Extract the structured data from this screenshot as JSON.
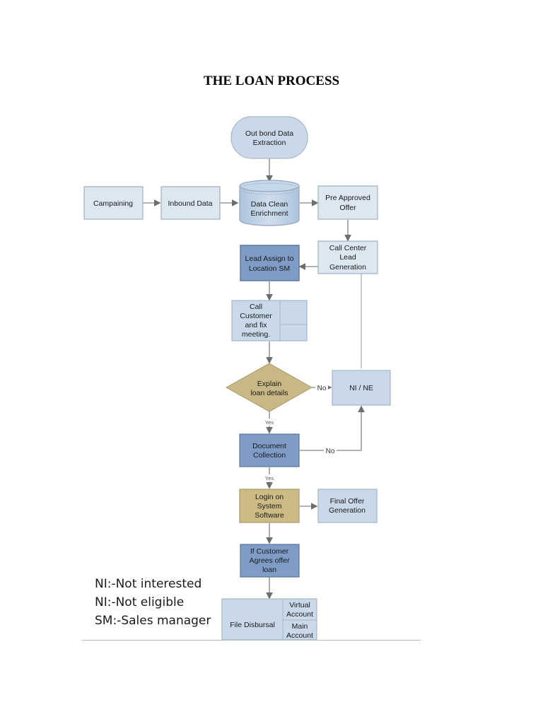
{
  "title": "THE LOAN PROCESS",
  "colors": {
    "light_box": "#c9d9ea",
    "dark_box": "#7f9cc6",
    "decision": "#c8b886",
    "login_box": "#cdbb86",
    "edge": "#8a8a8a"
  },
  "nodes": {
    "outbond": {
      "lines": [
        "Out bond Data",
        "Extraction"
      ],
      "shape": "terminator"
    },
    "campaining": {
      "lines": [
        "Campaining"
      ],
      "shape": "process"
    },
    "inbound": {
      "lines": [
        "Inbound Data"
      ],
      "shape": "process"
    },
    "data_clean": {
      "lines": [
        "Data Clean",
        "Enrichment"
      ],
      "shape": "database"
    },
    "pre_approved": {
      "lines": [
        "Pre Approved",
        "Offer"
      ],
      "shape": "process"
    },
    "call_center": {
      "lines": [
        "Call Center",
        "Lead",
        "Generation"
      ],
      "shape": "process"
    },
    "lead_assign": {
      "lines": [
        "Lead Assign to",
        "Location SM"
      ],
      "shape": "process"
    },
    "call_customer": {
      "lines": [
        "Call",
        "Customer",
        "and fix",
        "meeting."
      ],
      "shape": "process"
    },
    "explain": {
      "lines": [
        "Explain",
        "loan details"
      ],
      "shape": "decision"
    },
    "ni_ne": {
      "lines": [
        "NI / NE"
      ],
      "shape": "process"
    },
    "document": {
      "lines": [
        "Document",
        "Collection"
      ],
      "shape": "process"
    },
    "login": {
      "lines": [
        "Login on",
        "System",
        "Software"
      ],
      "shape": "process"
    },
    "final_offer": {
      "lines": [
        "Final Offer",
        "Generation"
      ],
      "shape": "process"
    },
    "agrees": {
      "lines": [
        "If Customer",
        "Agrees  offer",
        "loan"
      ],
      "shape": "process"
    },
    "file_disbursal": {
      "lines": [
        "File Disbursal"
      ],
      "shape": "process"
    },
    "virtual_account": {
      "lines": [
        "Virtual",
        "Account"
      ],
      "shape": "process"
    },
    "main_account": {
      "lines": [
        "Main",
        "Account"
      ],
      "shape": "process"
    }
  },
  "edges": [
    {
      "from": "outbond",
      "to": "data_clean",
      "label": ""
    },
    {
      "from": "campaining",
      "to": "inbound",
      "label": ""
    },
    {
      "from": "inbound",
      "to": "data_clean",
      "label": ""
    },
    {
      "from": "data_clean",
      "to": "pre_approved",
      "label": ""
    },
    {
      "from": "pre_approved",
      "to": "call_center",
      "label": ""
    },
    {
      "from": "call_center",
      "to": "lead_assign",
      "label": ""
    },
    {
      "from": "lead_assign",
      "to": "call_customer",
      "label": ""
    },
    {
      "from": "call_customer",
      "to": "explain",
      "label": ""
    },
    {
      "from": "explain",
      "to": "ni_ne",
      "label": "No"
    },
    {
      "from": "explain",
      "to": "document",
      "label": "Yes"
    },
    {
      "from": "document",
      "to": "ni_ne",
      "label": "No"
    },
    {
      "from": "ni_ne",
      "to": "call_center",
      "label": ""
    },
    {
      "from": "document",
      "to": "login",
      "label": "Yes"
    },
    {
      "from": "login",
      "to": "final_offer",
      "label": ""
    },
    {
      "from": "login",
      "to": "agrees",
      "label": ""
    },
    {
      "from": "agrees",
      "to": "file_disbursal",
      "label": ""
    }
  ],
  "legend": [
    "NI:-Not interested",
    "NI:-Not eligible",
    "SM:-Sales manager"
  ]
}
